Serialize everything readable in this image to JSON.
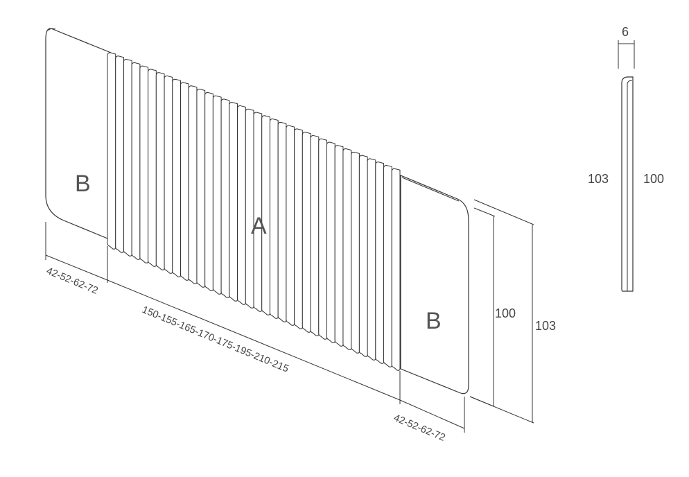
{
  "labels": {
    "panel_a": "A",
    "panel_b_left": "B",
    "panel_b_right": "B"
  },
  "dimensions": {
    "left_width": "42-52-62-72",
    "center_width": "150-155-165-170-175-195-210-215",
    "right_width": "42-52-62-72",
    "height_inner": "100",
    "height_outer": "103",
    "side_thickness": "6",
    "side_height_left": "103",
    "side_height_right": "100"
  },
  "colors": {
    "stroke": "#333333",
    "text": "#444444",
    "background": "#ffffff"
  }
}
